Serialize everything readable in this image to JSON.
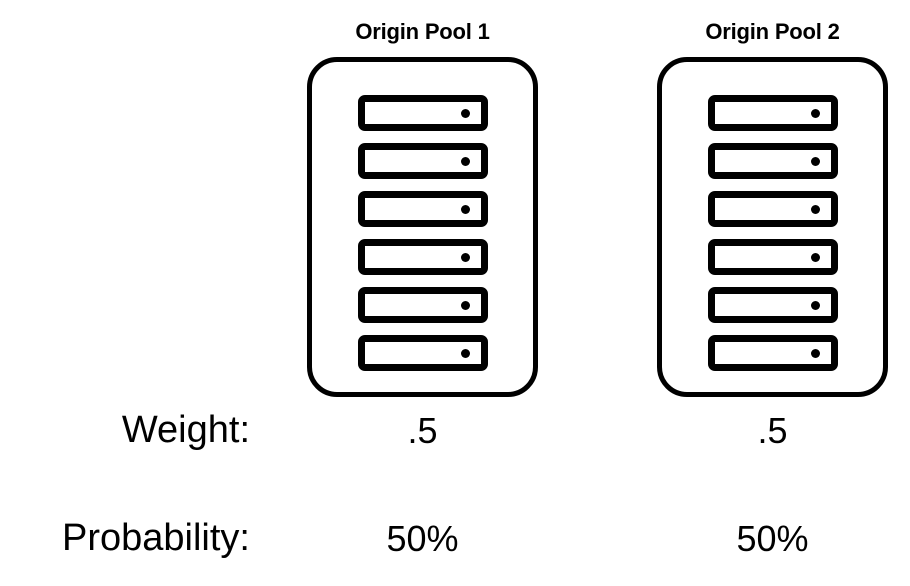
{
  "rows": {
    "weight_label": "Weight:",
    "probability_label": "Probability:"
  },
  "pools": [
    {
      "title": "Origin Pool 1",
      "weight": ".5",
      "probability": "50%",
      "server_count": 6,
      "server_icon": "server-icon"
    },
    {
      "title": "Origin Pool 2",
      "weight": ".5",
      "probability": "50%",
      "server_count": 6,
      "server_icon": "server-icon"
    }
  ],
  "colors": {
    "stroke": "#000000",
    "background": "#ffffff"
  },
  "chart_data": {
    "type": "table",
    "title": "",
    "categories": [
      "Origin Pool 1",
      "Origin Pool 2"
    ],
    "series": [
      {
        "name": "Weight",
        "values": [
          0.5,
          0.5
        ]
      },
      {
        "name": "Probability",
        "values": [
          50,
          50
        ]
      }
    ],
    "row_labels": [
      "Weight:",
      "Probability:"
    ],
    "displayed_values": {
      "Weight": [
        ".5",
        ".5"
      ],
      "Probability": [
        "50%",
        "50%"
      ]
    },
    "servers_per_pool": [
      6,
      6
    ]
  }
}
